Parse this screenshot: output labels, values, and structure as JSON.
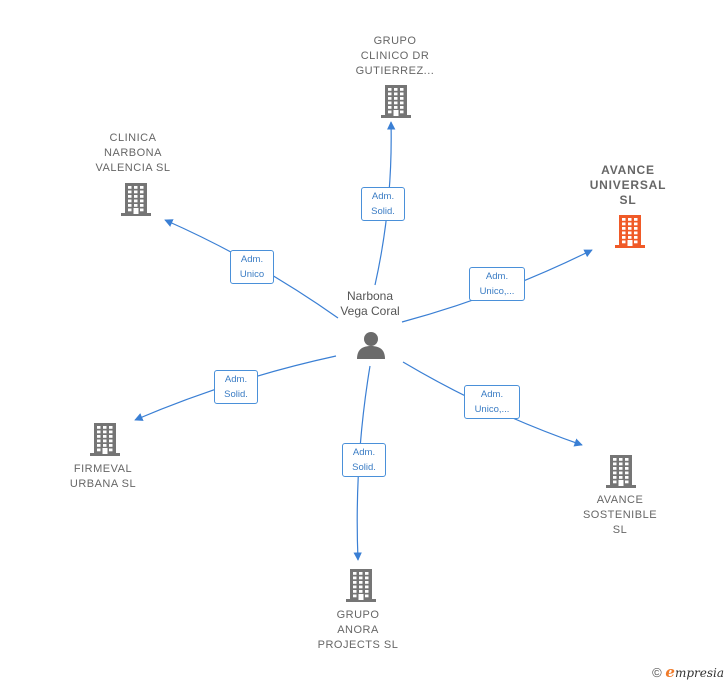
{
  "colors": {
    "edge": "#3a7fd4",
    "building": "#757575",
    "building_highlight": "#f05a28",
    "person": "#6b6b6b"
  },
  "center": {
    "name": "Narbona\nVega Coral",
    "icon": "person-icon"
  },
  "nodes": [
    {
      "id": "grupo-clinico",
      "label": "GRUPO\nCLINICO DR\nGUTIERREZ...",
      "highlight": false,
      "icon": "building-icon"
    },
    {
      "id": "clinica-narbona",
      "label": "CLINICA\nNARBONA\nVALENCIA  SL",
      "highlight": false,
      "icon": "building-icon"
    },
    {
      "id": "avance-universal",
      "label": "AVANCE\nUNIVERSAL\nSL",
      "highlight": true,
      "icon": "building-icon"
    },
    {
      "id": "firmeval",
      "label": "FIRMEVAL\nURBANA  SL",
      "highlight": false,
      "icon": "building-icon"
    },
    {
      "id": "avance-sostenible",
      "label": "AVANCE\nSOSTENIBLE\nSL",
      "highlight": false,
      "icon": "building-icon"
    },
    {
      "id": "grupo-anora",
      "label": "GRUPO\nANORA\nPROJECTS  SL",
      "highlight": false,
      "icon": "building-icon"
    }
  ],
  "edges": [
    {
      "to": "grupo-clinico",
      "label": "Adm.\nSolid."
    },
    {
      "to": "clinica-narbona",
      "label": "Adm.\nUnico"
    },
    {
      "to": "avance-universal",
      "label": "Adm.\nUnico,..."
    },
    {
      "to": "firmeval",
      "label": "Adm.\nSolid."
    },
    {
      "to": "avance-sostenible",
      "label": "Adm.\nUnico,..."
    },
    {
      "to": "grupo-anora",
      "label": "Adm.\nSolid."
    }
  ],
  "footer": {
    "copyright_symbol": "©",
    "brand_initial": "e",
    "brand_rest": "mpresia"
  }
}
